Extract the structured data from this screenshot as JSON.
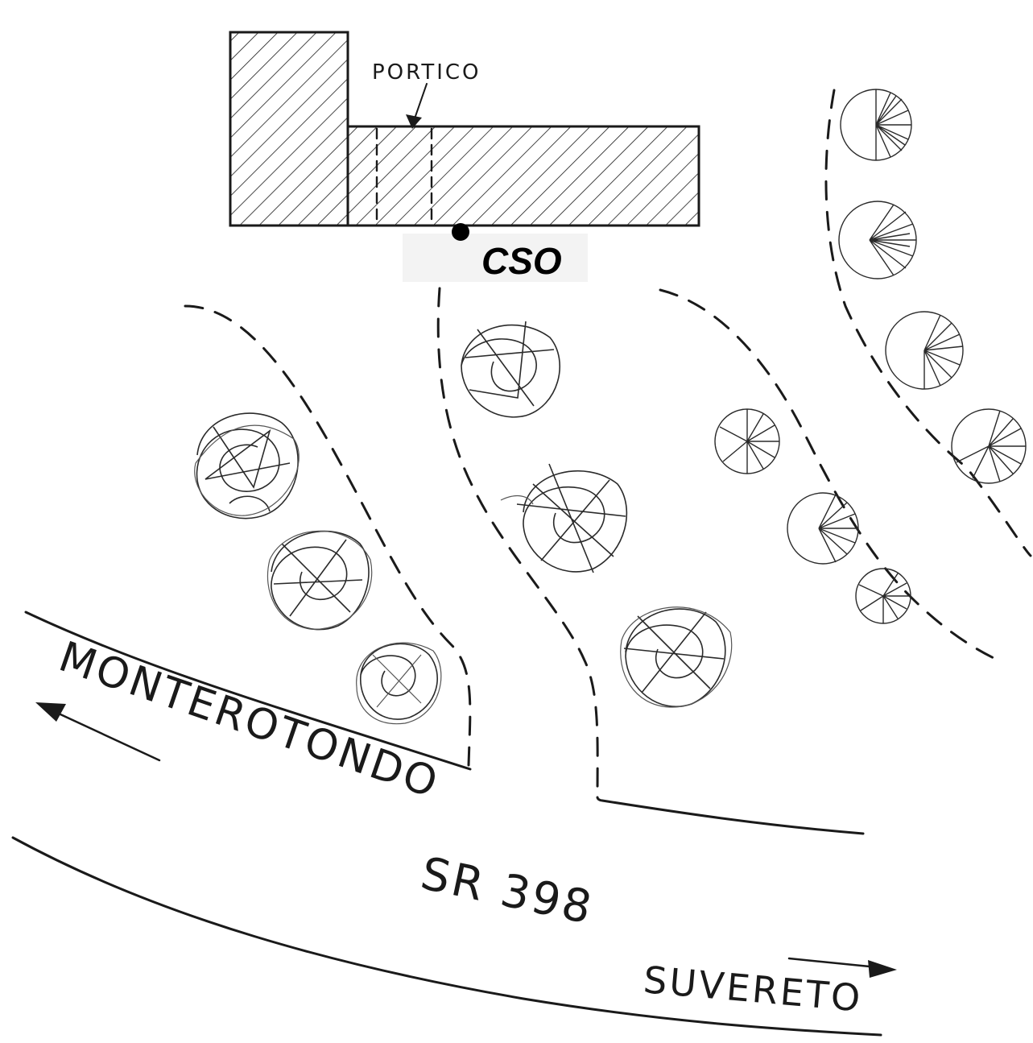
{
  "labels": {
    "portico": "PORTICO",
    "cso": "CSO",
    "monterotondo": "MONTEROTONDO",
    "road": "SR 398",
    "suvereto": "SUVERETO"
  }
}
